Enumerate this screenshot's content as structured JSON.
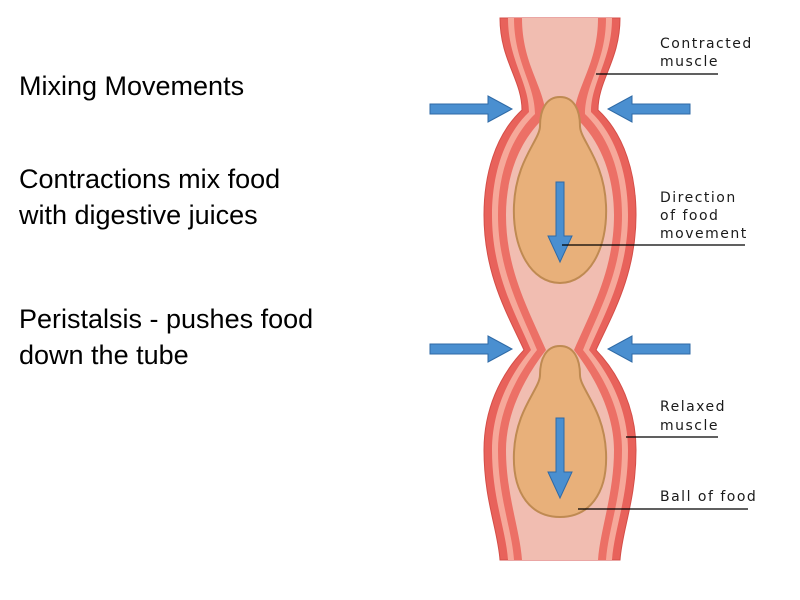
{
  "slide": {
    "title": "Mixing Movements",
    "point1": {
      "line1": "Contractions mix food",
      "line2": "with digestive juices"
    },
    "point2": {
      "line1": "Peristalsis - pushes food",
      "line2": "down the tube"
    }
  },
  "diagram": {
    "labels": {
      "contracted": [
        "Contracted",
        "muscle"
      ],
      "direction": [
        "Direction",
        "of food",
        "movement"
      ],
      "relaxed": [
        "Relaxed",
        "muscle"
      ],
      "ball": [
        "Ball of food"
      ]
    },
    "colors": {
      "muscle_outer": "#e8625b",
      "muscle_inner": "#f7c4b6",
      "lumen": "#f1bdb1",
      "food_fill": "#e8b07a",
      "food_stroke": "#bf8a52",
      "arrow": "#4a8fd0",
      "leader": "#000000"
    }
  }
}
